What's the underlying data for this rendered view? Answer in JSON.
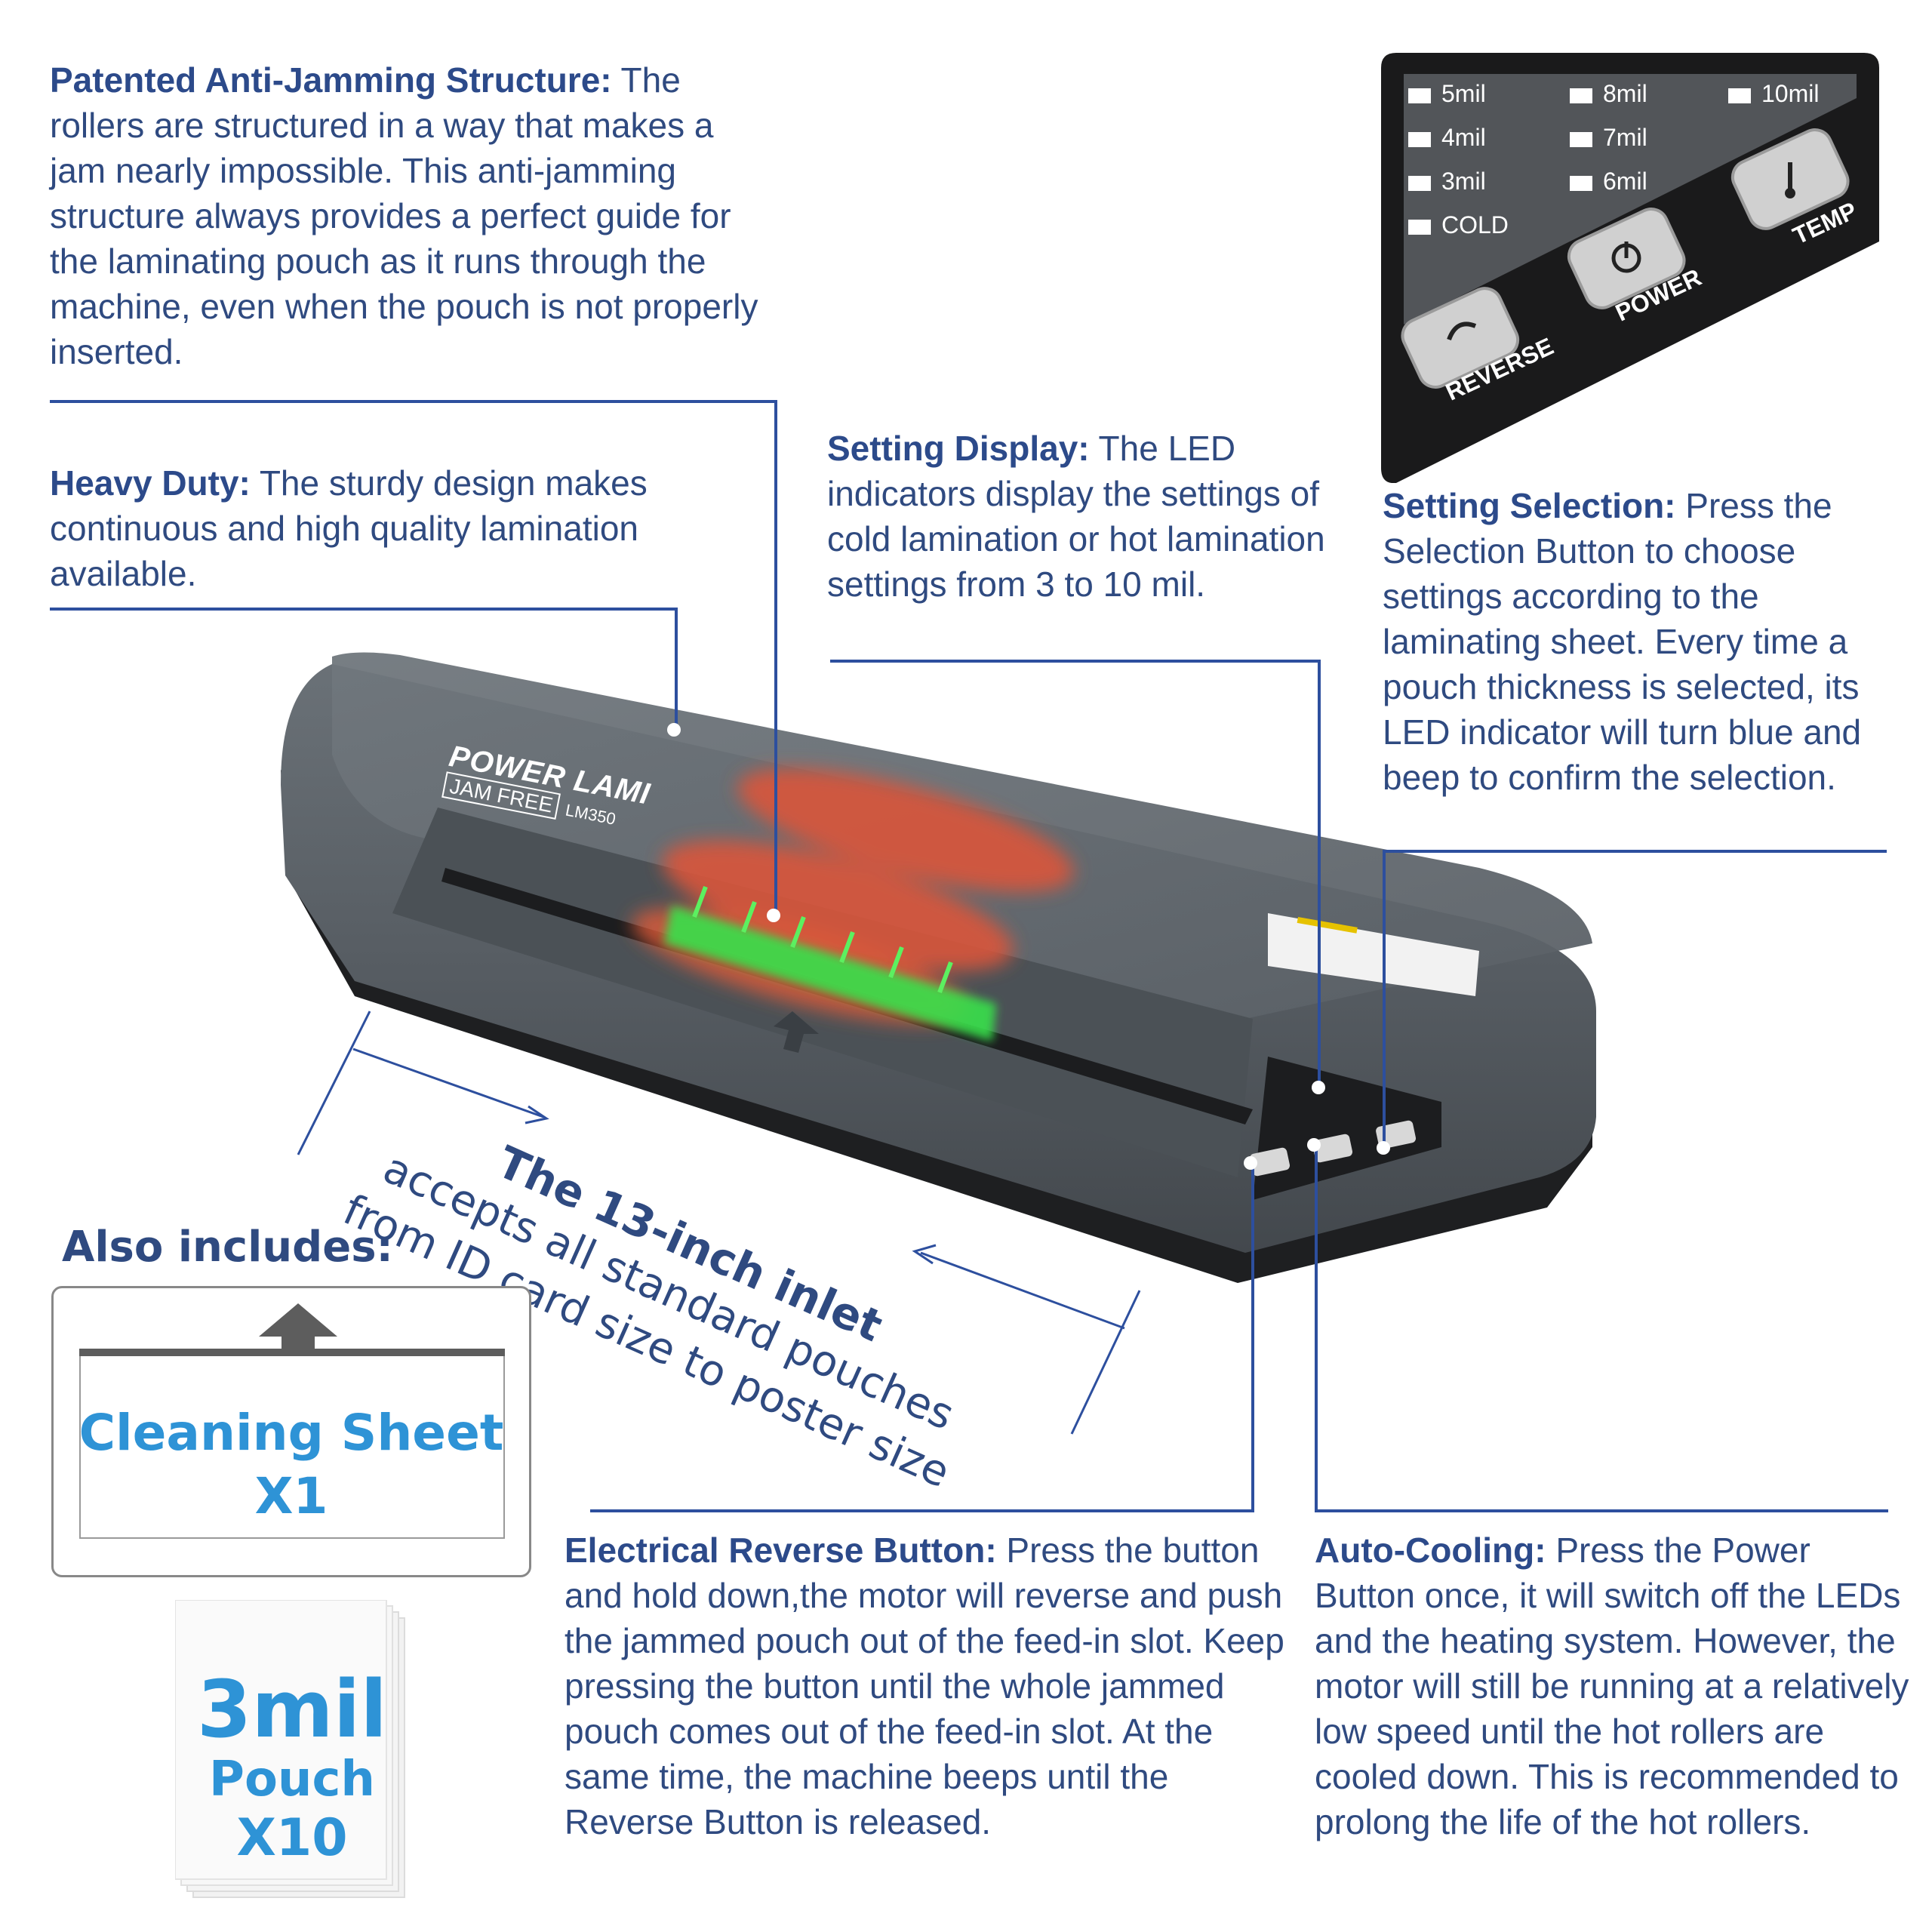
{
  "callouts": {
    "anti_jam": {
      "title": "Patented Anti-Jamming Structure:",
      "body": " The rollers are structured in a way that makes a jam nearly impossible. This anti-jamming structure always provides a perfect guide for the laminating pouch as it runs through the machine, even when the pouch is not properly inserted."
    },
    "heavy_duty": {
      "title": "Heavy Duty:",
      "body": " The sturdy design makes continuous and high quality lamination available."
    },
    "setting_display": {
      "title": "Setting Display:",
      "body": " The LED indicators display the settings of cold lamination or hot lamination settings from 3 to 10 mil."
    },
    "setting_selection": {
      "title": "Setting Selection:",
      "body": " Press the Selection Button to choose settings according to the laminating sheet. Every time a pouch thickness is selected, its LED indicator will turn blue and beep to confirm the selection."
    },
    "reverse": {
      "title": "Electrical Reverse Button:",
      "body": " Press the button and hold down,the motor will reverse and push the jammed pouch out of the feed-in slot. Keep pressing the button until the whole jammed pouch comes out of the feed-in slot. At the same time, the machine beeps until the Reverse Button is released."
    },
    "auto_cooling": {
      "title": "Auto-Cooling:",
      "body": " Press the Power Button once, it will switch off the LEDs and the heating system. However, the motor will still be running at a relatively low speed until the hot rollers are cooled down. This is recommended to prolong the life of the hot rollers."
    }
  },
  "panel": {
    "leds": [
      "5mil",
      "8mil",
      "10mil",
      "4mil",
      "7mil",
      "3mil",
      "6mil",
      "COLD"
    ],
    "buttons": {
      "reverse": "REVERSE",
      "power": "POWER",
      "temp": "TEMP"
    }
  },
  "product": {
    "brand": "POWER LAMI",
    "tagline": "JAM FREE",
    "model": "LM350"
  },
  "inlet": {
    "title": "The 13-inch inlet",
    "line1": "accepts all standard pouches",
    "line2": "from ID card size to poster size"
  },
  "includes": {
    "heading": "Also includes:",
    "cleaning": {
      "line1": "Cleaning Sheet",
      "line2": "X1"
    },
    "pouch": {
      "line1": "3mil",
      "line2": "Pouch",
      "line3": "X10"
    }
  },
  "colors": {
    "text": "#2f4a80",
    "leader": "#2d4f9e",
    "accent": "#2e93d6",
    "body": "#5c6268"
  }
}
